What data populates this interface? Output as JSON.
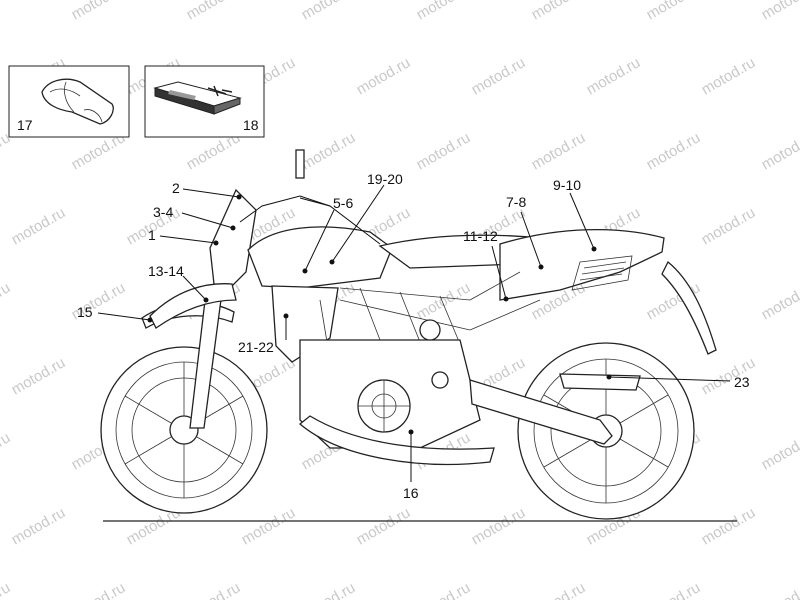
{
  "watermark": "motod.ru",
  "inset_boxes": [
    {
      "id": "17",
      "label": "17",
      "icon": "tire-repair-kit-icon"
    },
    {
      "id": "18",
      "label": "18",
      "icon": "tool-kit-pouch-icon"
    }
  ],
  "callouts": {
    "c2": "2",
    "c3_4": "3-4",
    "c1": "1",
    "c13_14": "13-14",
    "c15": "15",
    "c5_6": "5-6",
    "c19_20": "19-20",
    "c21_22": "21-22",
    "c11_12": "11-12",
    "c7_8": "7-8",
    "c9_10": "9-10",
    "c23": "23",
    "c16": "16"
  }
}
